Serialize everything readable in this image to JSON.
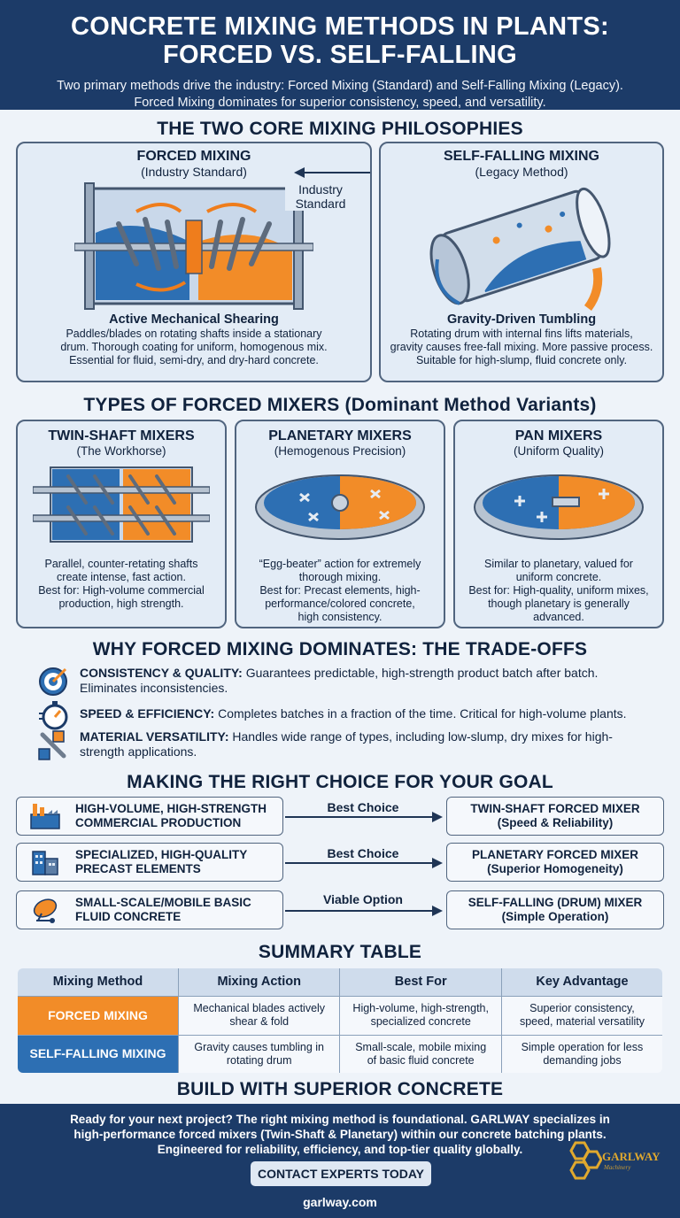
{
  "header": {
    "title_line1": "CONCRETE MIXING METHODS IN PLANTS:",
    "title_line2": "FORCED VS. SELF-FALLING",
    "subtitle_line1": "Two primary methods drive the industry: Forced Mixing (Standard) and Self-Falling Mixing (Legacy).",
    "subtitle_line2": "Forced Mixing dominates for superior consistency, speed, and versatility."
  },
  "philosophies": {
    "title": "THE TWO CORE MIXING PHILOSOPHIES",
    "arrow_label_line1": "Industry",
    "arrow_label_line2": "Standard",
    "forced": {
      "title": "FORCED MIXING",
      "subtitle": "(Industry Standard)",
      "heading": "Active Mechanical Shearing",
      "desc_line1": "Paddles/blades on rotating shafts inside a stationary",
      "desc_line2": "drum. Thorough coating for uniform, homogenous mix.",
      "desc_line3": "Essential for fluid, semi-dry, and dry-hard concrete."
    },
    "self_falling": {
      "title": "SELF-FALLING MIXING",
      "subtitle": "(Legacy Method)",
      "heading": "Gravity-Driven Tumbling",
      "desc_line1": "Rotating drum with internal fins lifts materials,",
      "desc_line2": "gravity causes free-fall mixing. More passive process.",
      "desc_line3": "Suitable for high-slump, fluid concrete only."
    }
  },
  "types": {
    "title": "TYPES OF FORCED MIXERS (Dominant Method Variants)",
    "items": [
      {
        "title": "TWIN-SHAFT MIXERS",
        "subtitle": "(The Workhorse)",
        "desc_line1": "Parallel, counter-retating shafts",
        "desc_line2": "create intense, fast action.",
        "best_line1": "Best for: High-volume commercial",
        "best_line2": "production, high strength.",
        "best_line3": ""
      },
      {
        "title": "PLANETARY MIXERS",
        "subtitle": "(Hemogenous Precision)",
        "desc_line1": "“Egg-beater” action for extremely",
        "desc_line2": "thorough mixing.",
        "best_line1": "Best for: Precast elements, high-",
        "best_line2": "performance/colored concrete,",
        "best_line3": "high consistency."
      },
      {
        "title": "PAN MIXERS",
        "subtitle": "(Uniform Quality)",
        "desc_line1": "Similar to planetary, valued for",
        "desc_line2": "uniform concrete.",
        "best_line1": "Best for: High-quality, uniform mixes,",
        "best_line2": "though planetary is generally",
        "best_line3": "advanced."
      }
    ]
  },
  "tradeoffs": {
    "title": "WHY FORCED MIXING DOMINATES: THE TRADE-OFFS",
    "items": [
      {
        "label": "CONSISTENCY & QUALITY:",
        "text": " Guarantees predictable, high-strength product batch after batch. Eliminates inconsistencies."
      },
      {
        "label": "SPEED & EFFICIENCY:",
        "text": " Completes batches in a fraction of the time. Critical for high-volume plants."
      },
      {
        "label": "MATERIAL VERSATILITY:",
        "text": " Handles wide range of types, including low-slump, dry mixes for high-strength applications."
      }
    ]
  },
  "choices": {
    "title": "MAKING THE RIGHT CHOICE FOR YOUR GOAL",
    "items": [
      {
        "goal_line1": "HIGH-VOLUME, HIGH-STRENGTH",
        "goal_line2": "COMMERCIAL PRODUCTION",
        "arrow": "Best Choice",
        "result_line1": "TWIN-SHAFT FORCED MIXER",
        "result_line2": "(Speed & Reliability)"
      },
      {
        "goal_line1": "SPECIALIZED, HIGH-QUALITY",
        "goal_line2": "PRECAST ELEMENTS",
        "arrow": "Best Choice",
        "result_line1": "PLANETARY FORCED MIXER",
        "result_line2": "(Superior Homogeneity)"
      },
      {
        "goal_line1": "SMALL-SCALE/MOBILE BASIC",
        "goal_line2": "FLUID CONCRETE",
        "arrow": "Viable Option",
        "result_line1": "SELF-FALLING (DRUM) MIXER",
        "result_line2": "(Simple Operation)"
      }
    ]
  },
  "summary": {
    "title": "SUMMARY TABLE",
    "headers": [
      "Mixing Method",
      "Mixing Action",
      "Best For",
      "Key Advantage"
    ],
    "rows": [
      {
        "method": "FORCED MIXING",
        "action_line1": "Mechanical blades actively",
        "action_line2": "shear & fold",
        "best_line1": "High-volume, high-strength,",
        "best_line2": "specialized concrete",
        "adv_line1": "Superior consistency,",
        "adv_line2": "speed, material versatility"
      },
      {
        "method": "SELF-FALLING MIXING",
        "action_line1": "Gravity causes tumbling in",
        "action_line2": "rotating drum",
        "best_line1": "Small-scale, mobile mixing",
        "best_line2": "of basic fluid concrete",
        "adv_line1": "Simple operation for less",
        "adv_line2": "demanding jobs"
      }
    ]
  },
  "footer": {
    "title": "BUILD WITH SUPERIOR CONCRETE",
    "text_line1": "Ready for your next project? The right mixing method is foundational. GARLWAY specializes in",
    "text_line2": "high-performance forced mixers (Twin-Shaft & Planetary) within our concrete batching plants.",
    "text_line3": "Engineered for reliability, efficiency, and top-tier quality globally.",
    "cta": "CONTACT EXPERTS TODAY",
    "url": "garlway.com",
    "logo_text": "GARLWAY",
    "logo_tag": "Machinery"
  },
  "colors": {
    "navy": "#1c3b68",
    "orange": "#f28c28",
    "blue": "#2d6fb3",
    "panel": "#e3ecf6"
  }
}
